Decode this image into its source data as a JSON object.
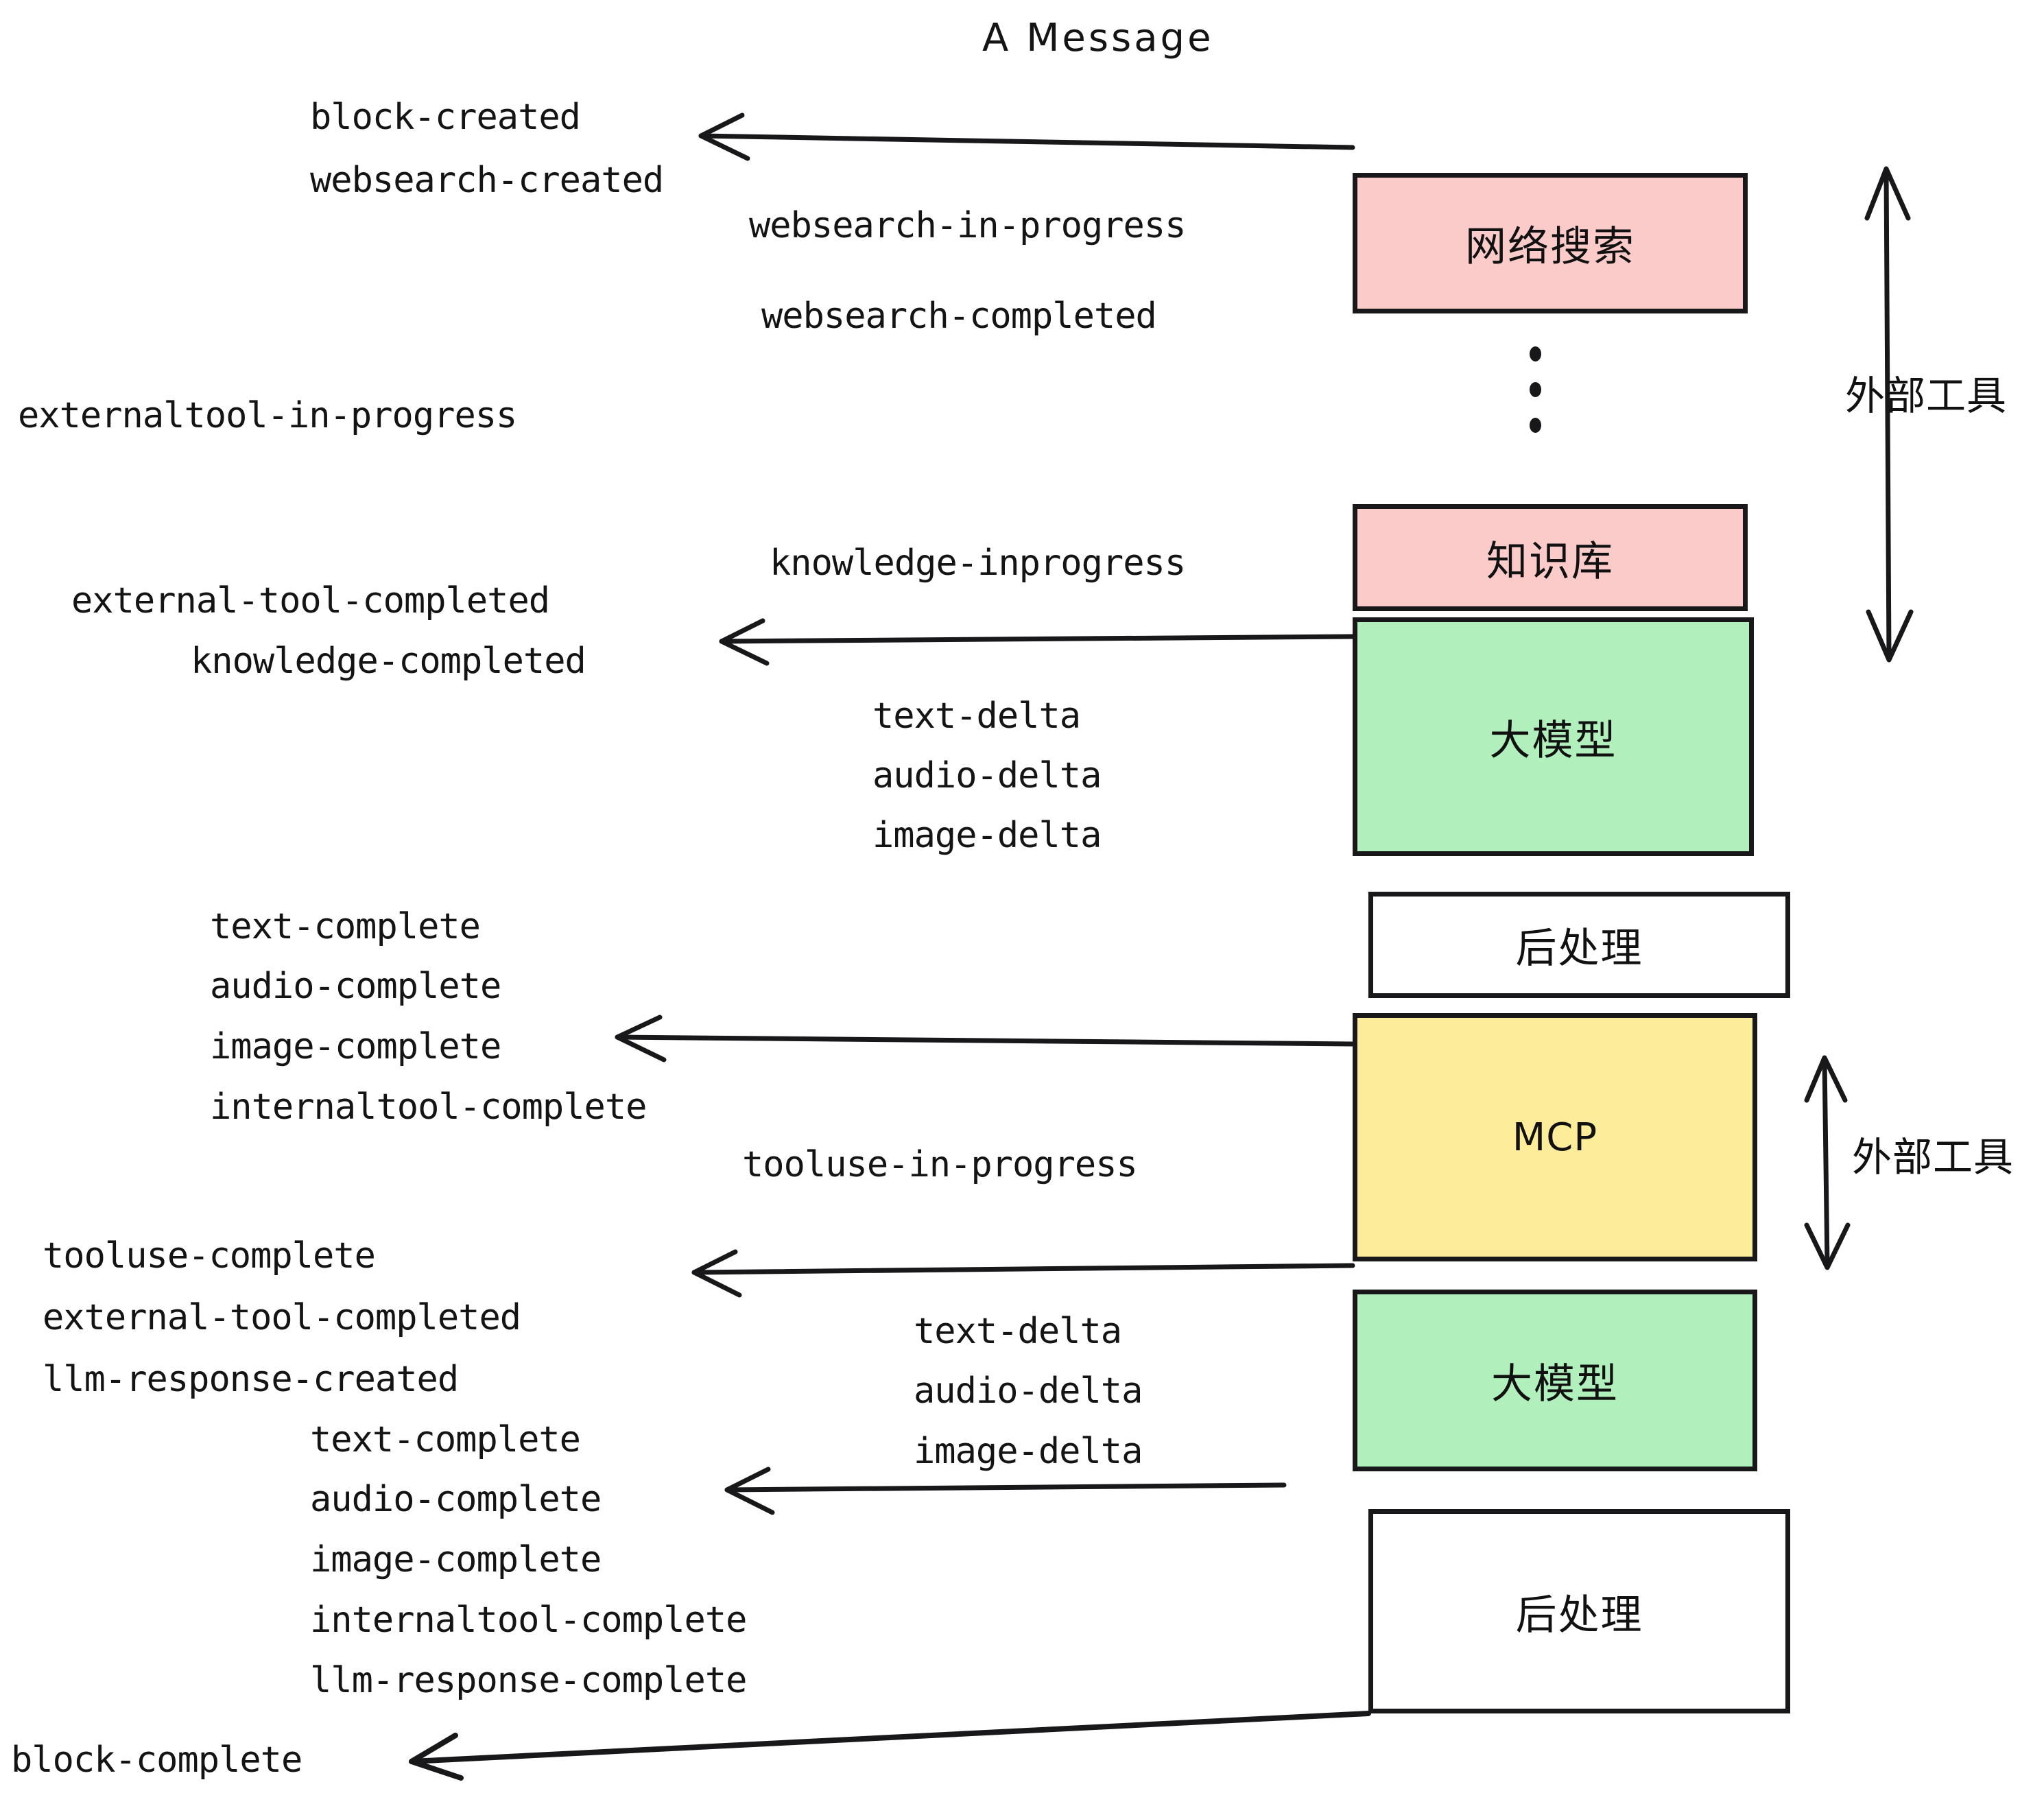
{
  "title": "A Message",
  "boxes": [
    {
      "name": "websearch",
      "label": "网络搜索",
      "color": "#FBCBC9"
    },
    {
      "name": "knowledge",
      "label": "知识库",
      "color": "#FBCBC9"
    },
    {
      "name": "llm-top",
      "label": "大模型",
      "color": "#B1F0BC"
    },
    {
      "name": "post-top",
      "label": "后处理",
      "color": "#FFFFFF"
    },
    {
      "name": "mcp",
      "label": "MCP",
      "color": "#FDEC9A"
    },
    {
      "name": "llm-bottom",
      "label": "大模型",
      "color": "#B1F0BC"
    },
    {
      "name": "post-bottom",
      "label": "后处理",
      "color": "#FFFFFF"
    }
  ],
  "side_labels": {
    "external_tool_top": "外部工具",
    "external_tool_bottom": "外部工具"
  },
  "events": {
    "block_created": "block-created",
    "websearch_created": "websearch-created",
    "websearch_in_progress": "websearch-in-progress",
    "websearch_completed": "websearch-completed",
    "externaltool_in_progress": "externaltool-in-progress",
    "knowledge_inprogress": "knowledge-inprogress",
    "external_tool_completed_1": "external-tool-completed",
    "knowledge_completed": "knowledge-completed",
    "text_delta_1": "text-delta",
    "audio_delta_1": "audio-delta",
    "image_delta_1": "image-delta",
    "text_complete_1": "text-complete",
    "audio_complete_1": "audio-complete",
    "image_complete_1": "image-complete",
    "internaltool_complete_1": "internaltool-complete",
    "tooluse_in_progress": "tooluse-in-progress",
    "tooluse_complete": "tooluse-complete",
    "external_tool_completed_2": "external-tool-completed",
    "llm_response_created": "llm-response-created",
    "text_delta_2": "text-delta",
    "audio_delta_2": "audio-delta",
    "image_delta_2": "image-delta",
    "text_complete_2": "text-complete",
    "audio_complete_2": "audio-complete",
    "image_complete_2": "image-complete",
    "internaltool_complete_2": "internaltool-complete",
    "llm_response_complete": "llm-response-complete",
    "block_complete": "block-complete"
  },
  "colors": {
    "pink": "#FBCBC9",
    "green": "#B1F0BC",
    "yellow": "#FDEC9A",
    "white": "#FFFFFF",
    "stroke": "#18181b",
    "text": "#141414"
  }
}
